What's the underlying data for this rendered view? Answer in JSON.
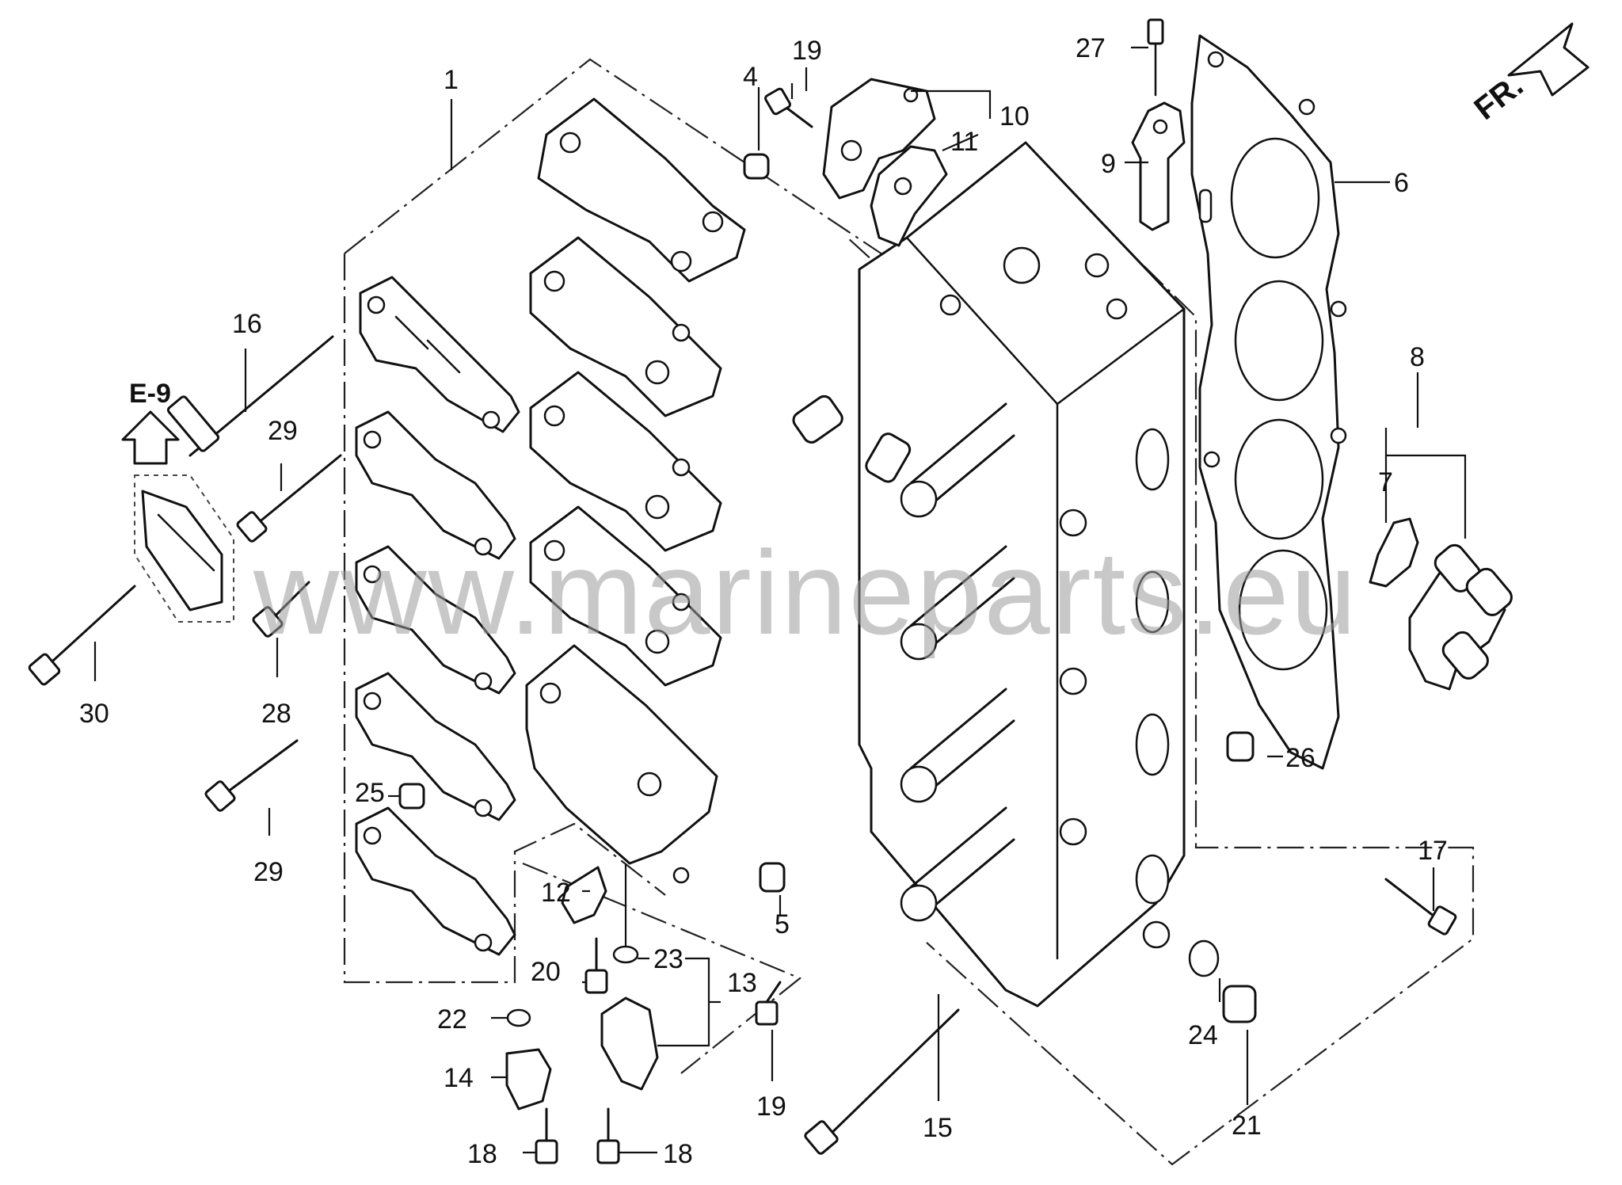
{
  "watermark": "www.marineparts.eu",
  "reference": {
    "label": "E-9"
  },
  "front_arrow": {
    "label": "FR."
  },
  "callouts": {
    "c1": "1",
    "c4": "4",
    "c5": "5",
    "c6": "6",
    "c7": "7",
    "c8": "8",
    "c9": "9",
    "c10": "10",
    "c11": "11",
    "c12": "12",
    "c13": "13",
    "c14": "14",
    "c15": "15",
    "c16": "16",
    "c17": "17",
    "c18a": "18",
    "c18b": "18",
    "c19a": "19",
    "c19b": "19",
    "c20": "20",
    "c21": "21",
    "c22": "22",
    "c23": "23",
    "c24": "24",
    "c25": "25",
    "c26": "26",
    "c27": "27",
    "c28": "28",
    "c29a": "29",
    "c29b": "29",
    "c30": "30"
  }
}
